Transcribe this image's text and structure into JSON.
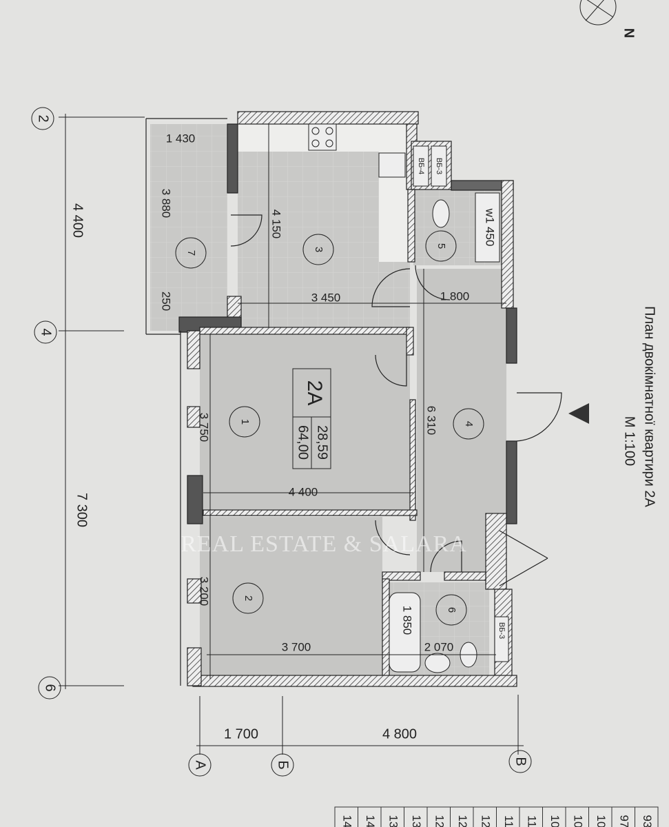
{
  "title": {
    "heading": "План двокімнатної квартири 2А",
    "scale": "М 1:100",
    "north": "N"
  },
  "apartment": {
    "code": "2А",
    "living_area": "28,59",
    "total_area": "64,00"
  },
  "watermark": "REAL ESTATE & SALARA",
  "rooms": [
    {
      "number": "1"
    },
    {
      "number": "2"
    },
    {
      "number": "3"
    },
    {
      "number": "4"
    },
    {
      "number": "5"
    },
    {
      "number": "6"
    },
    {
      "number": "7"
    }
  ],
  "dimensions": {
    "balcony_width": "1 430",
    "balcony_length": "3 880",
    "balcony_offset": "250",
    "kitchen_length": "4 150",
    "kitchen_width": "3 450",
    "wc_width": "1 800",
    "wc_length": "w1 450",
    "room1_width": "3 750",
    "room1_length": "4 400",
    "hall_length": "6 310",
    "room2_width": "3 200",
    "room2_length": "3 700",
    "bath_tub": "1 850",
    "bath_length": "2 070"
  },
  "shafts": [
    "ВБ-4",
    "ВБ-3",
    "ВБ-3"
  ],
  "axes": {
    "vertical": [
      {
        "label": "2"
      },
      {
        "label": "4"
      },
      {
        "label": "6"
      }
    ],
    "vertical_dims": [
      "4 400",
      "7 300"
    ],
    "horizontal": [
      {
        "label": "А"
      },
      {
        "label": "Б"
      },
      {
        "label": "В"
      }
    ],
    "horizontal_dims": [
      "1 700",
      "4 800"
    ]
  },
  "table_cells": [
    "14",
    "14",
    "13",
    "13",
    "12",
    "12",
    "12",
    "11",
    "11",
    "10",
    "10",
    "10",
    "97",
    "93"
  ]
}
